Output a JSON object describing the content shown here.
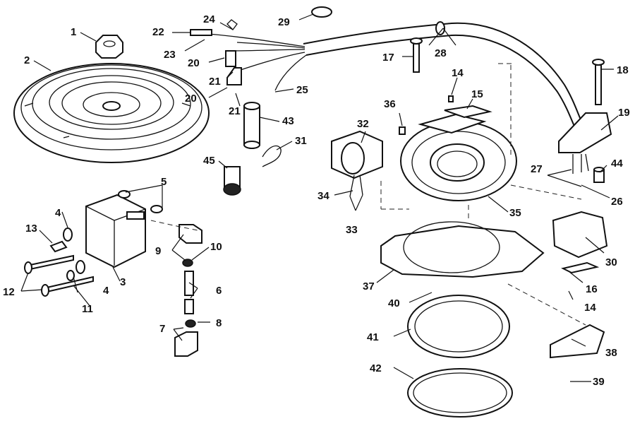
{
  "diagram": {
    "callouts": [
      {
        "id": "c1",
        "text": "1"
      },
      {
        "id": "c2",
        "text": "2"
      },
      {
        "id": "c3",
        "text": "3"
      },
      {
        "id": "c4a",
        "text": "4"
      },
      {
        "id": "c4b",
        "text": "4"
      },
      {
        "id": "c5",
        "text": "5"
      },
      {
        "id": "c6",
        "text": "6"
      },
      {
        "id": "c7",
        "text": "7"
      },
      {
        "id": "c8",
        "text": "8"
      },
      {
        "id": "c9",
        "text": "9"
      },
      {
        "id": "c10",
        "text": "10"
      },
      {
        "id": "c11",
        "text": "11"
      },
      {
        "id": "c12",
        "text": "12"
      },
      {
        "id": "c13",
        "text": "13"
      },
      {
        "id": "c14a",
        "text": "14"
      },
      {
        "id": "c14b",
        "text": "14"
      },
      {
        "id": "c15",
        "text": "15"
      },
      {
        "id": "c16",
        "text": "16"
      },
      {
        "id": "c17",
        "text": "17"
      },
      {
        "id": "c18",
        "text": "18"
      },
      {
        "id": "c19",
        "text": "19"
      },
      {
        "id": "c20a",
        "text": "20"
      },
      {
        "id": "c20b",
        "text": "20"
      },
      {
        "id": "c21a",
        "text": "21"
      },
      {
        "id": "c21b",
        "text": "21"
      },
      {
        "id": "c22",
        "text": "22"
      },
      {
        "id": "c23",
        "text": "23"
      },
      {
        "id": "c24",
        "text": "24"
      },
      {
        "id": "c25",
        "text": "25"
      },
      {
        "id": "c26",
        "text": "26"
      },
      {
        "id": "c27",
        "text": "27"
      },
      {
        "id": "c28",
        "text": "28"
      },
      {
        "id": "c29",
        "text": "29"
      },
      {
        "id": "c30",
        "text": "30"
      },
      {
        "id": "c31",
        "text": "31"
      },
      {
        "id": "c32",
        "text": "32"
      },
      {
        "id": "c33",
        "text": "33"
      },
      {
        "id": "c34",
        "text": "34"
      },
      {
        "id": "c35",
        "text": "35"
      },
      {
        "id": "c36",
        "text": "36"
      },
      {
        "id": "c37",
        "text": "37"
      },
      {
        "id": "c38",
        "text": "38"
      },
      {
        "id": "c39",
        "text": "39"
      },
      {
        "id": "c40",
        "text": "40"
      },
      {
        "id": "c41",
        "text": "41"
      },
      {
        "id": "c42",
        "text": "42"
      },
      {
        "id": "c43",
        "text": "43"
      },
      {
        "id": "c44",
        "text": "44"
      },
      {
        "id": "c45",
        "text": "45"
      }
    ]
  }
}
